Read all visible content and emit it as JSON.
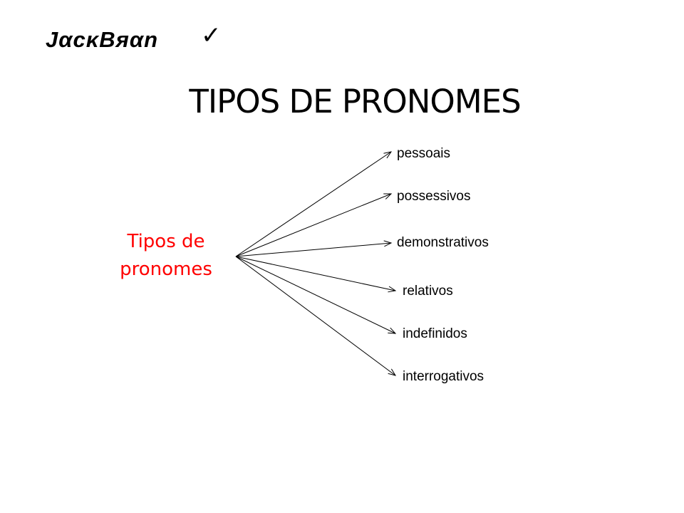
{
  "logo": {
    "text": "JαcκBяαn",
    "check_icon": "✓"
  },
  "title": "TIPOS DE PRONOMES",
  "diagram": {
    "center": {
      "line1": "Tipos de",
      "line2": "pronomes",
      "color": "#ff0000"
    },
    "branches": [
      {
        "label": "pessoais"
      },
      {
        "label": "possessivos"
      },
      {
        "label": "demonstrativos"
      },
      {
        "label": "relativos"
      },
      {
        "label": "indefinidos"
      },
      {
        "label": "interrogativos"
      }
    ]
  }
}
